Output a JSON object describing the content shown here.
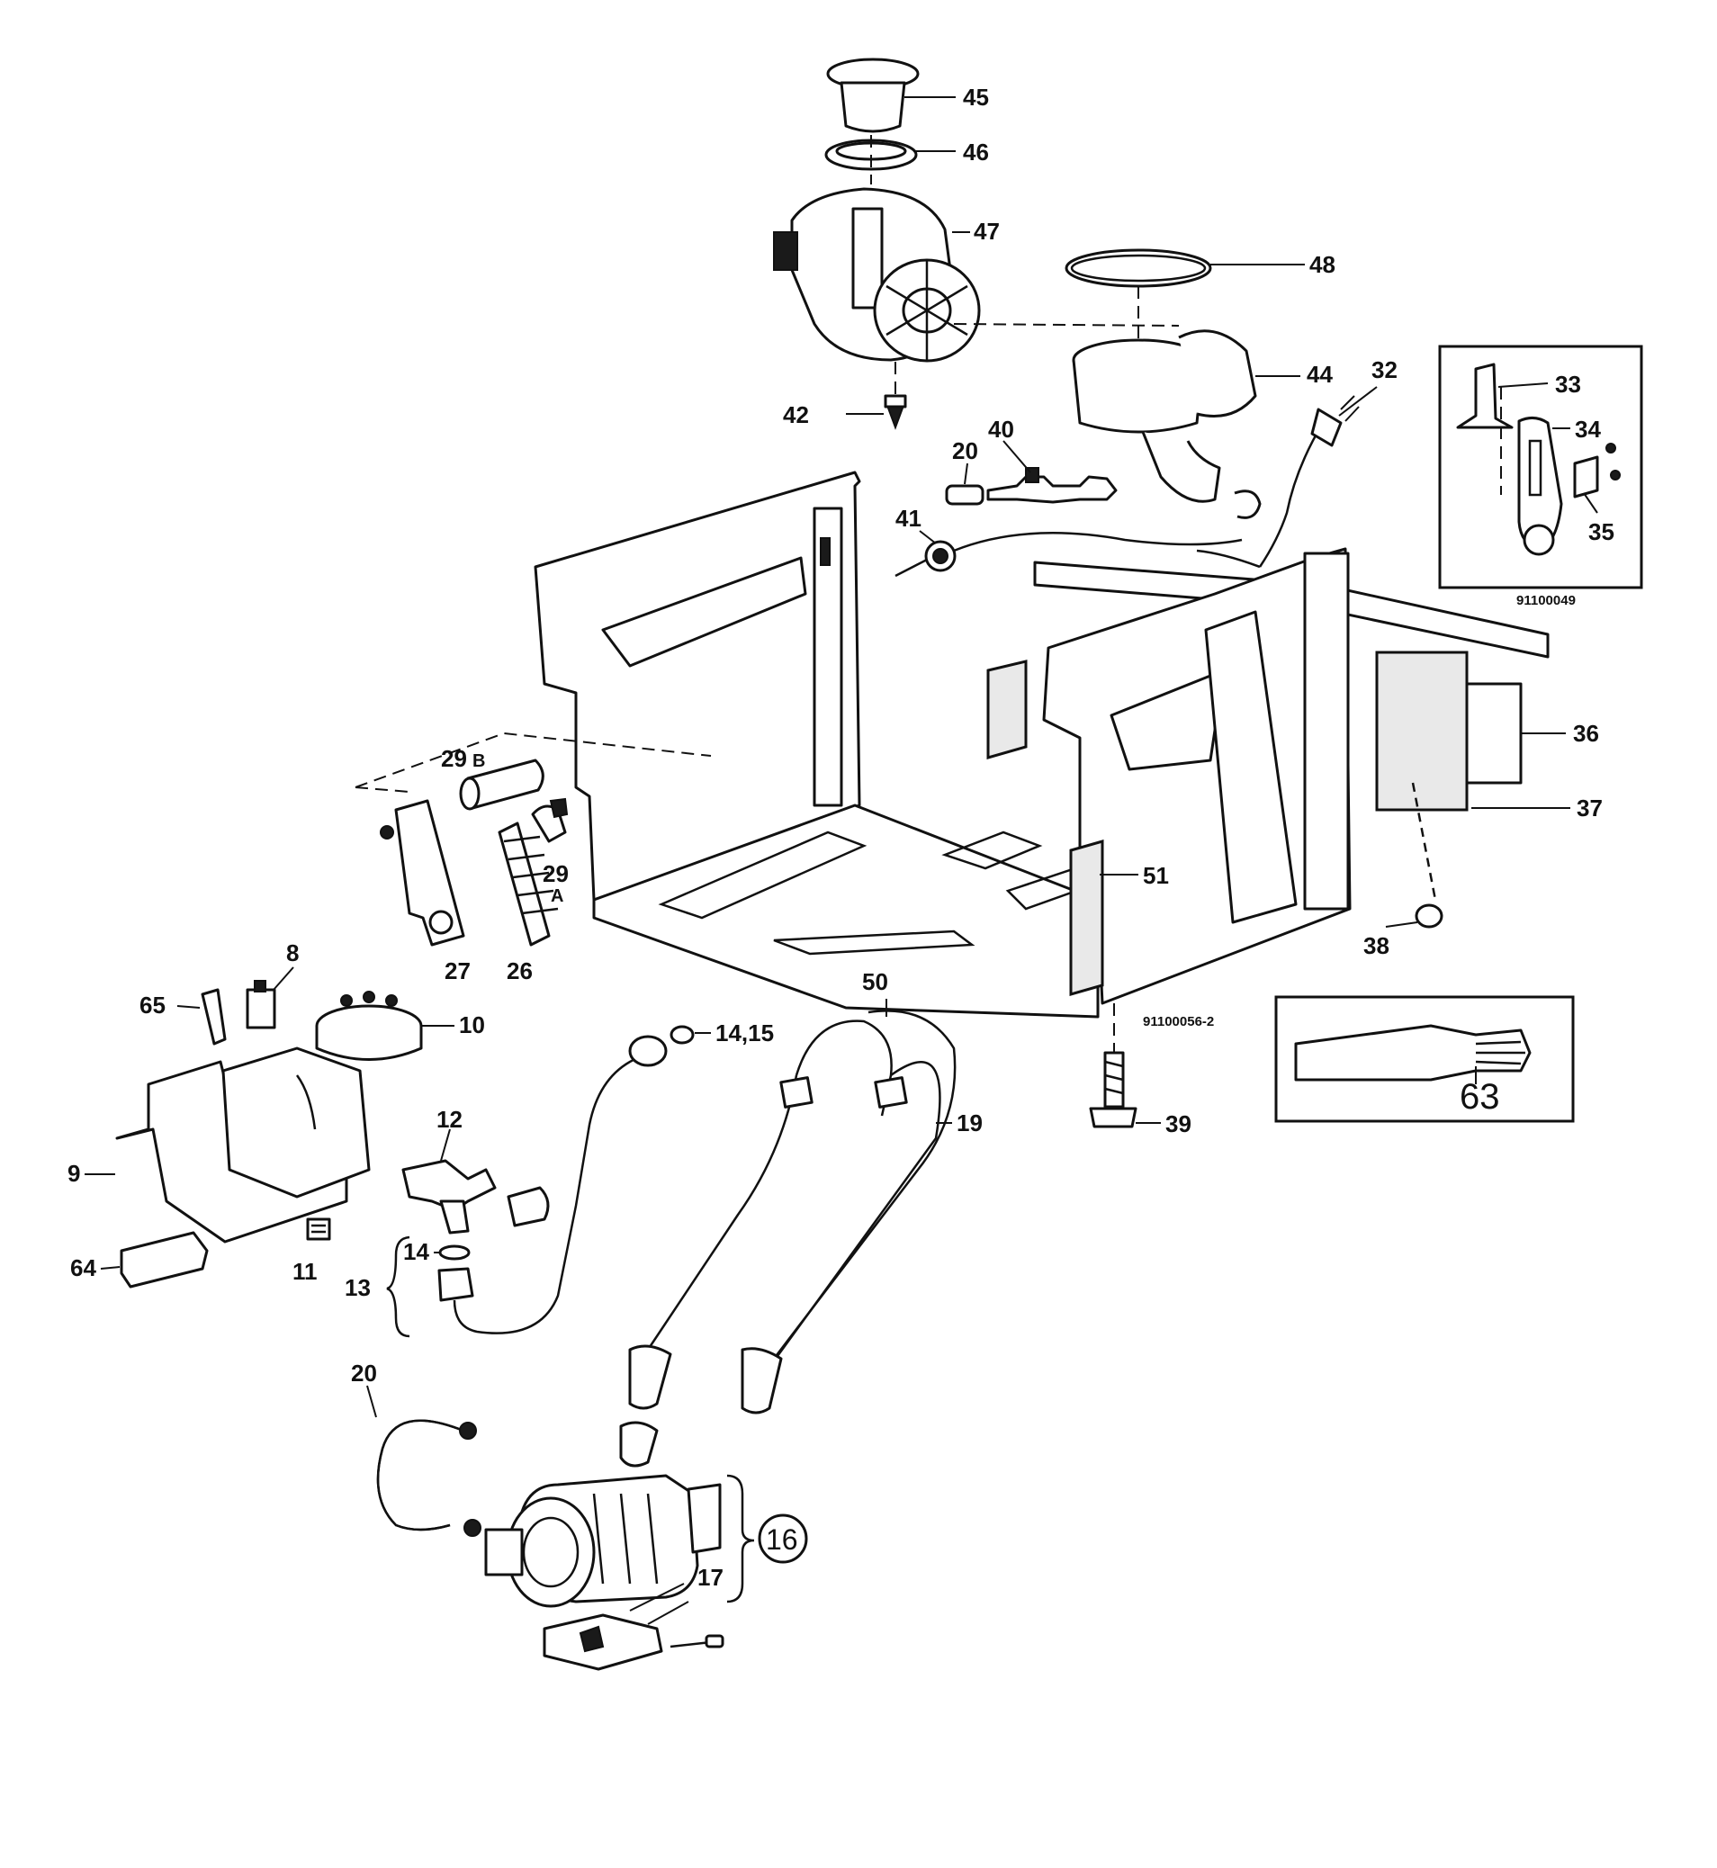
{
  "diagram": {
    "ref_main": "91100056-2",
    "ref_inset": "91100049",
    "labels": {
      "p45": "45",
      "p46": "46",
      "p47": "47",
      "p48": "48",
      "p44": "44",
      "p42": "42",
      "p32": "32",
      "p33": "33",
      "p34": "34",
      "p35": "35",
      "p20a": "20",
      "p40": "40",
      "p41": "41",
      "p36": "36",
      "p37": "37",
      "p29b_num": "29",
      "p29b_letter": "B",
      "p29a_num": "29",
      "p29a_letter": "A",
      "p51": "51",
      "p27": "27",
      "p26": "26",
      "p38": "38",
      "p8": "8",
      "p65": "65",
      "p10": "10",
      "p50": "50",
      "p1415": "14,15",
      "p39": "39",
      "p63": "63",
      "p12": "12",
      "p19": "19",
      "p9": "9",
      "p14": "14",
      "p64": "64",
      "p11": "11",
      "p13": "13",
      "p20b": "20",
      "p16": "16",
      "p17": "17"
    }
  }
}
